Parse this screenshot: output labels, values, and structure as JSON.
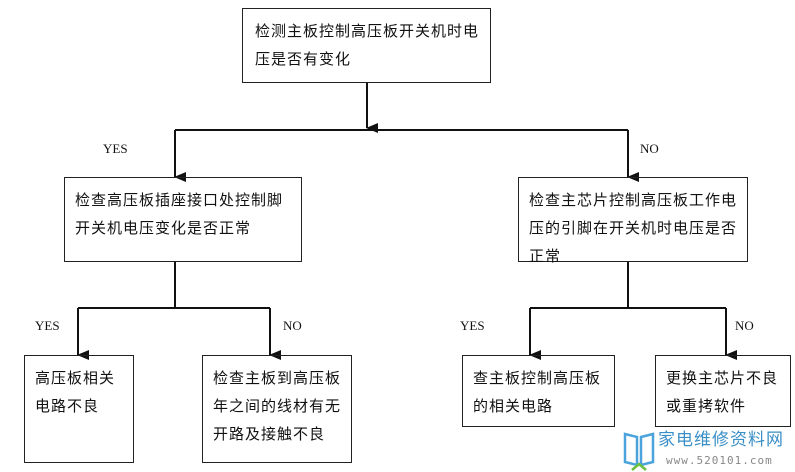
{
  "nodes": {
    "root": "检测主板控制高压板开关机时电压是否有变化",
    "left": "检查高压板插座接口处控制脚开关机电压变化是否正常",
    "right": "检查主芯片控制高压板工作电压的引脚在开关机时电压是否正常",
    "ll": "高压板相关电路不良",
    "lr": "检查主板到高压板年之间的线材有无开路及接触不良",
    "rl": "查主板控制高压板的相关电路",
    "rr": "更换主芯片不良或重拷软件"
  },
  "labels": {
    "yes": "YES",
    "no": "NO"
  },
  "watermark": {
    "name": "家电维修资料网",
    "url": "www.520101.com"
  }
}
